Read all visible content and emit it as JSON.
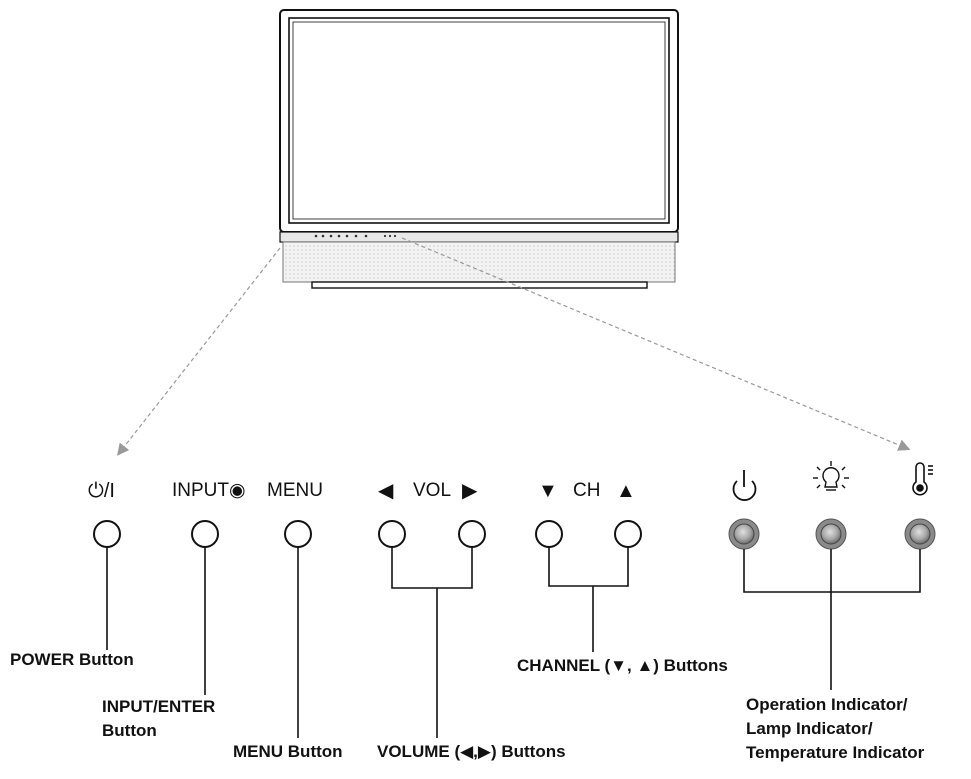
{
  "panel_symbols": {
    "power": "⏻/I",
    "input": "INPUT◉",
    "menu": "MENU",
    "vol_left": "◀",
    "vol": "VOL",
    "vol_right": "▶",
    "ch_down": "▼",
    "ch": "CH",
    "ch_up": "▲"
  },
  "indicator_icons": [
    "power-symbol-icon",
    "lamp-icon",
    "thermometer-icon"
  ],
  "labels": {
    "power_button": "POWER Button",
    "input_button_line1": "INPUT/ENTER",
    "input_button_line2": "Button",
    "menu_button": "MENU Button",
    "volume_buttons": "VOLUME (◀,▶) Buttons",
    "channel_buttons": "CHANNEL (▼, ▲) Buttons",
    "indicators_line1": "Operation Indicator/",
    "indicators_line2": "Lamp Indicator/",
    "indicators_line3": "Temperature Indicator"
  },
  "colors": {
    "line": "#111111",
    "indicator_fill": "#b0b0b0",
    "dashed": "#888888"
  }
}
